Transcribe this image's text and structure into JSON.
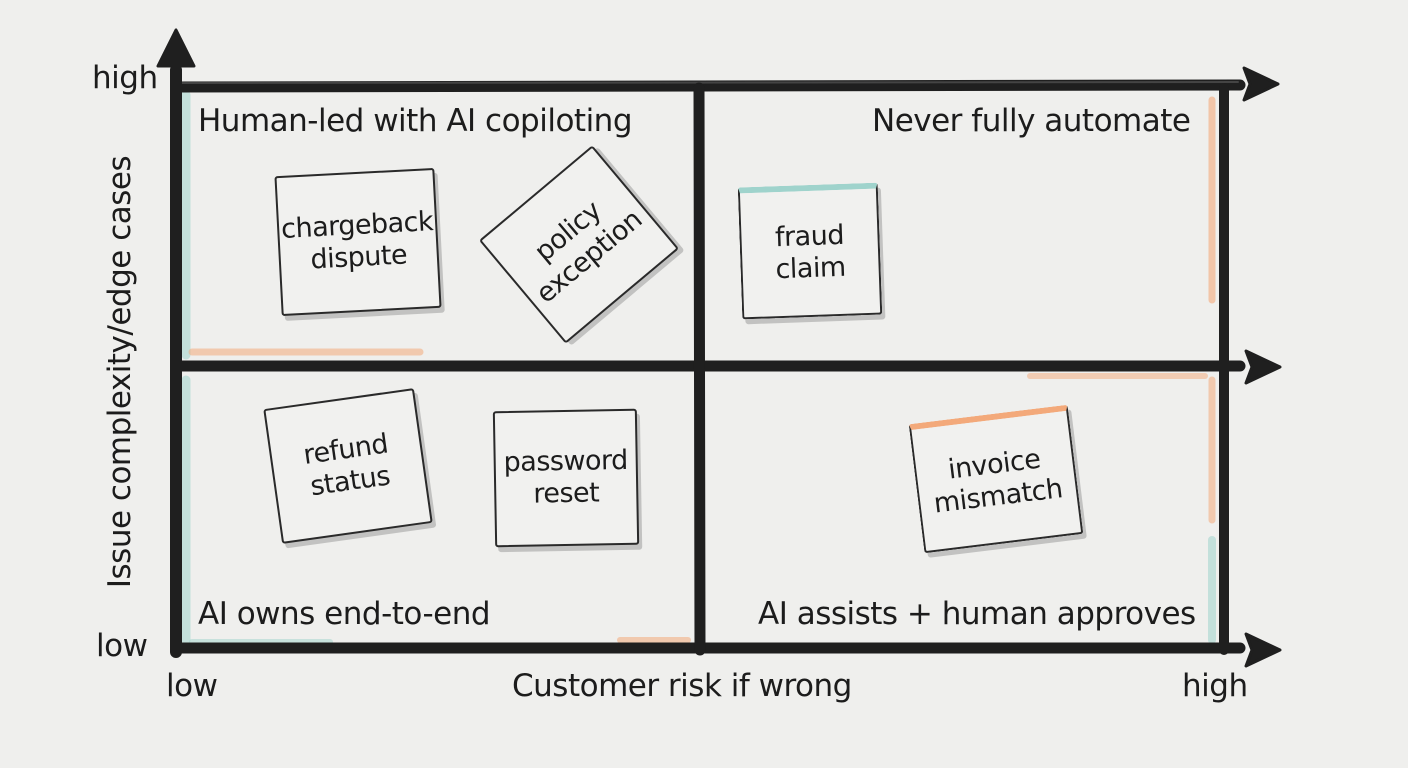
{
  "diagram": {
    "y_axis": {
      "title": "Issue complexity/edge cases",
      "high_label": "high",
      "low_label": "low"
    },
    "x_axis": {
      "title": "Customer risk if wrong",
      "low_label": "low",
      "high_label": "high"
    },
    "quadrants": {
      "top_left": "Human-led with AI copiloting",
      "top_right": "Never fully automate",
      "bottom_left": "AI owns end-to-end",
      "bottom_right": "AI assists + human approves"
    },
    "notes": {
      "chargeback": "chargeback\ndispute",
      "policy": "policy\nexception",
      "fraud": "fraud\nclaim",
      "refund": "refund\nstatus",
      "password": "password\nreset",
      "invoice": "invoice\nmismatch"
    },
    "colors": {
      "ink": "#1c1c1c",
      "teal_wash": "#9fd3cc",
      "orange_wash": "#f3a97a",
      "paper": "#efefed"
    }
  }
}
